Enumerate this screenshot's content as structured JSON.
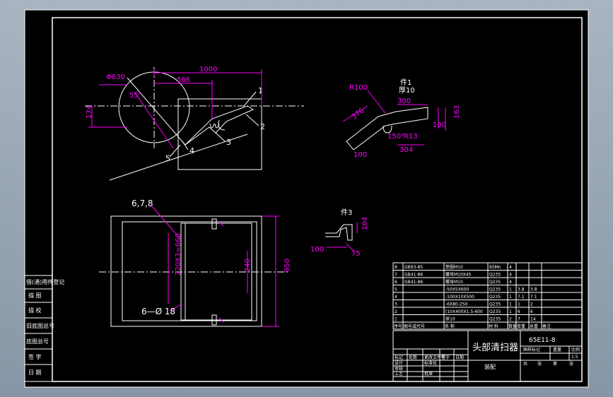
{
  "colors": {
    "background": "#000000",
    "frame": "#ffffff",
    "dimension": "#ff00ff",
    "geometry": "#ffffff",
    "surround": "#9aa6b3"
  },
  "drawing_number_top": "65E11-8",
  "drawing_title": "头部清扫器",
  "drawing_number_block": "65E11-8",
  "main_view": {
    "dims": [
      "1000",
      "566",
      "Φ630",
      "55°",
      "174"
    ],
    "balloons": [
      "1",
      "2",
      "3",
      "4",
      "5"
    ]
  },
  "part1_view": {
    "label_part": "件1",
    "label_thickness": "厚10",
    "dims": [
      "R100",
      "300",
      "376",
      "150°",
      "R13",
      "304",
      "100",
      "100",
      "163"
    ]
  },
  "part3_view": {
    "label_part": "件3",
    "dims": [
      "100",
      "75",
      "104"
    ]
  },
  "plan_view": {
    "dims": [
      "6,7,8",
      "220X3=660",
      "6—Ø 18",
      "240",
      "950"
    ]
  },
  "left_strip": [
    "借(通)用件登记",
    "描  图",
    "描  校",
    "旧底图总号",
    "底图总号",
    "签  字",
    "日  期"
  ],
  "bom_rows": [
    {
      "no": "8",
      "code": "GB93-85",
      "name": "垫圈M10",
      "material": "65Mn",
      "qty": "4",
      "w1": "",
      "w2": ""
    },
    {
      "no": "7",
      "code": "GB41-86",
      "name": "螺母M10X45",
      "material": "Q235",
      "qty": "4",
      "w1": "",
      "w2": ""
    },
    {
      "no": "6",
      "code": "GB41-86",
      "name": "螺母M10",
      "material": "Q235",
      "qty": "4",
      "w1": "",
      "w2": ""
    },
    {
      "no": "5",
      "code": "",
      "name": "-50X5X600",
      "material": "Q235",
      "qty": "1",
      "w1": "3.8",
      "w2": "3.8"
    },
    {
      "no": "4",
      "code": "",
      "name": "-100X10X500",
      "material": "Q235",
      "qty": "1",
      "w1": "7.1",
      "w2": "7.1"
    },
    {
      "no": "3",
      "code": "",
      "name": "-6X80-250",
      "material": "Q235",
      "qty": "1",
      "w1": "1",
      "w2": "2"
    },
    {
      "no": "2",
      "code": "",
      "name": "[10X400X1.5-600",
      "material": "Q235",
      "qty": "1",
      "w1": "6",
      "w2": "6"
    },
    {
      "no": "1",
      "code": "",
      "name": "厚10",
      "material": "Q235",
      "qty": "2",
      "w1": "7",
      "w2": "14"
    }
  ],
  "bom_header": [
    "序号",
    "图号或代号",
    "名  称",
    "材  料",
    "数量",
    "单重",
    "总重",
    "备注"
  ],
  "title_block": {
    "left_labels": [
      "标记",
      "处数",
      "更改文件号",
      "签字",
      "日期",
      "设计",
      "标准化",
      "审核",
      "工艺",
      "批准"
    ],
    "sub_labels": [
      "图样标记",
      "重量",
      "比例"
    ],
    "scale": "1:5",
    "sheet": [
      "共",
      "张",
      "第",
      "张"
    ],
    "company": "装配"
  }
}
